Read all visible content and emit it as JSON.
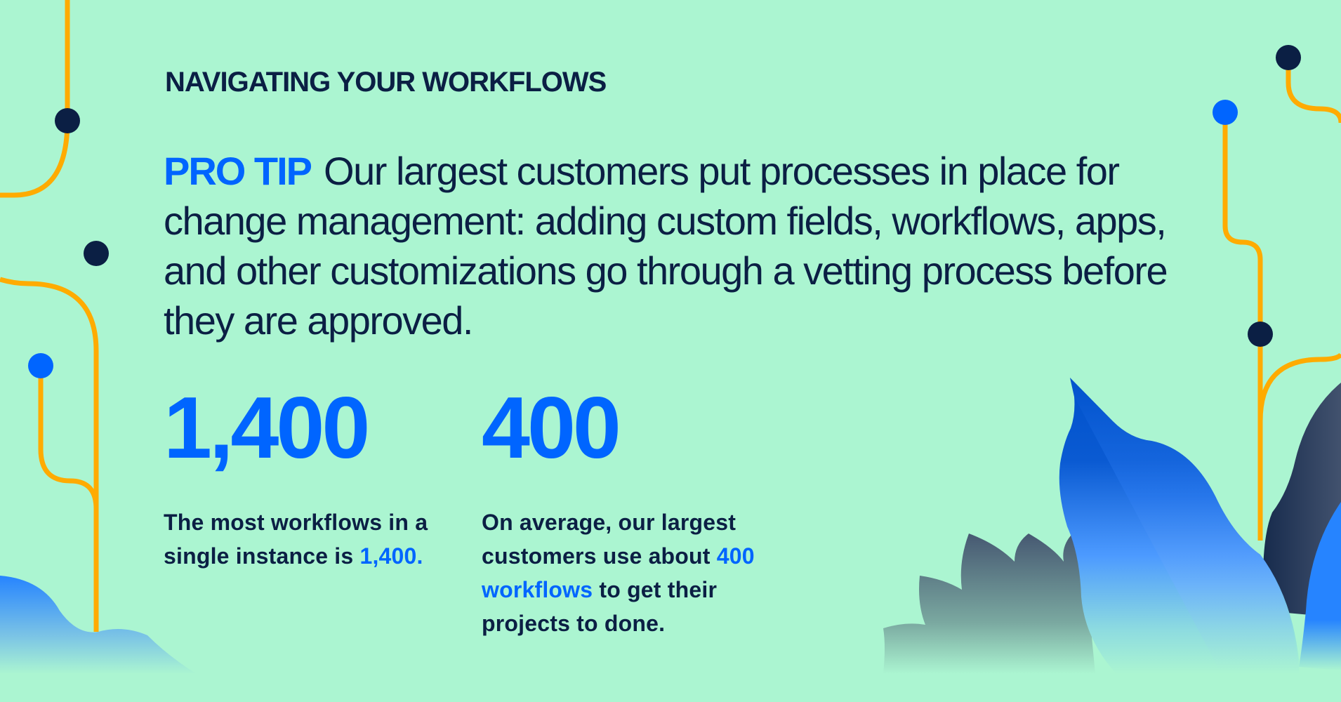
{
  "eyebrow": "NAVIGATING YOUR WORKFLOWS",
  "tip": {
    "label": "PRO TIP",
    "text": "Our largest customers put processes in place for change management: adding custom fields, workflows, apps, and other customizations go through a vetting process before they are approved."
  },
  "stats": [
    {
      "value": "1,400",
      "desc_before": "The most workflows in a single instance is ",
      "desc_highlight": "1,400.",
      "desc_after": ""
    },
    {
      "value": "400",
      "desc_before": "On average, our largest customers use about ",
      "desc_highlight": "400 workflows",
      "desc_after": " to get their projects to done."
    }
  ],
  "colors": {
    "background": "#abf5d1",
    "navy": "#0b1f44",
    "accent_blue": "#0065ff",
    "line_orange": "#ffab00"
  }
}
